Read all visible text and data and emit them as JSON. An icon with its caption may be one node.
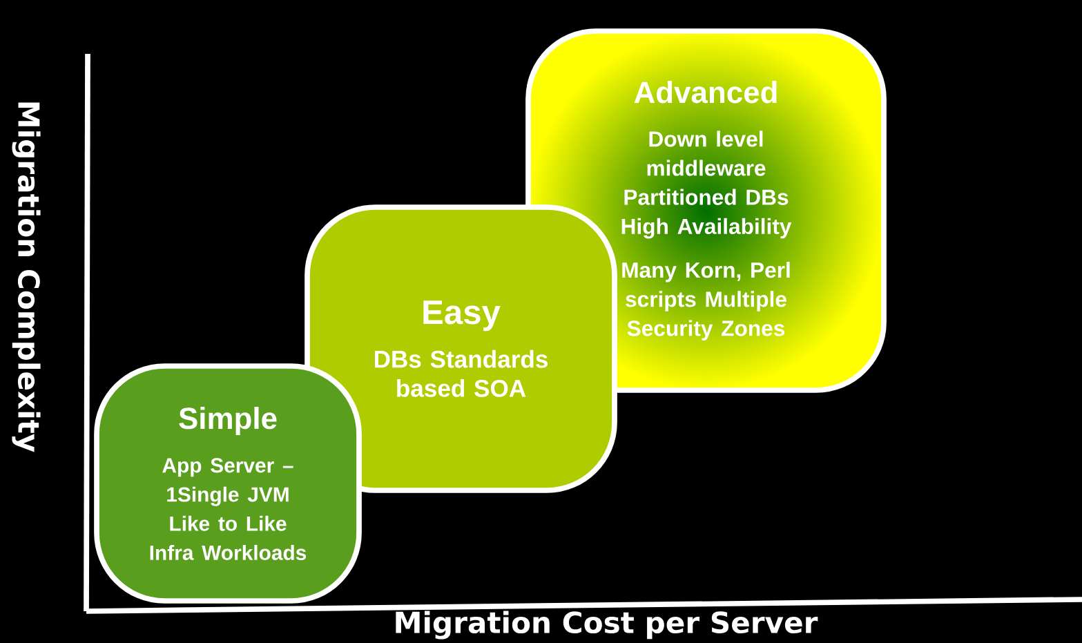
{
  "diagram": {
    "nodes": [
      {
        "text": [
          "Advanced",
          "Down level middleware Partitioned DBs High Availability",
          "Many Korn, Perl scripts Multiple Security Zones"
        ]
      },
      {
        "text": [
          "Easy",
          "DBs Standards based SOA"
        ]
      },
      {
        "text": [
          "Simple",
          "App Server – 1Single JVM Like to Like Infra Workloads"
        ]
      }
    ],
    "labels": [
      "Migration Complexity",
      "Migration Cost per Server"
    ]
  }
}
